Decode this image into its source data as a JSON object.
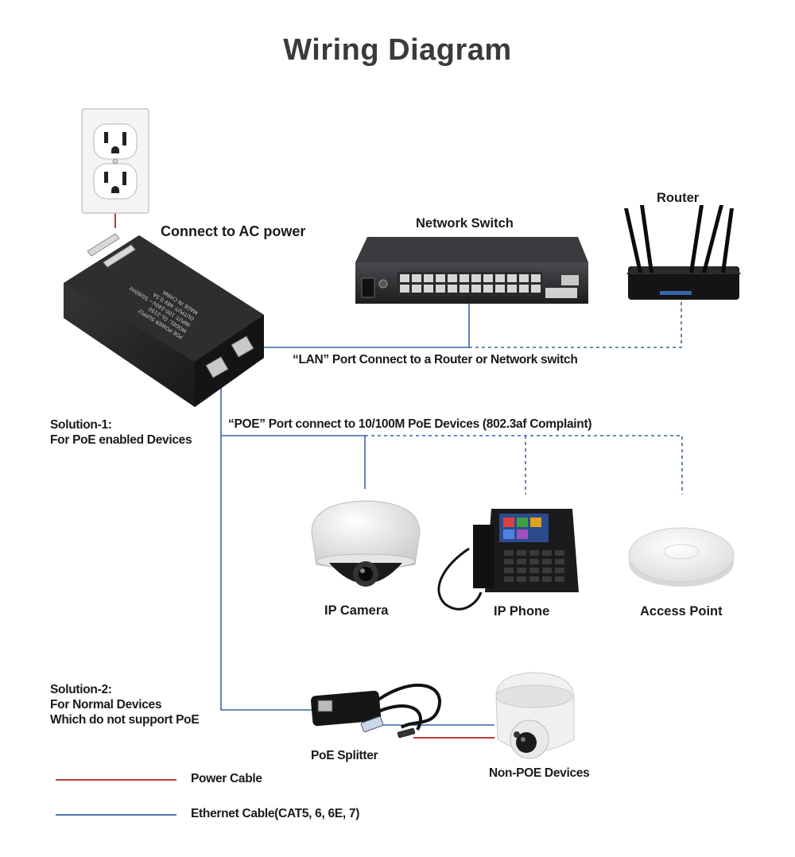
{
  "title": "Wiring Diagram",
  "labels": {
    "ac_power": "Connect to AC power",
    "network_switch": "Network Switch",
    "router": "Router",
    "lan_port": "“LAN” Port Connect to a Router or Network switch",
    "poe_port": "“POE” Port connect to 10/100M PoE Devices (802.3af Complaint)",
    "solution1": "Solution-1:\nFor PoE enabled Devices",
    "solution2": "Solution-2:\nFor Normal Devices\nWhich do not support PoE",
    "ip_camera": "IP Camera",
    "ip_phone": "IP Phone",
    "access_point": "Access Point",
    "poe_splitter": "PoE Splitter",
    "non_poe_devices": "Non-POE Devices"
  },
  "adapter_print": {
    "line1": "POE POWER SUPPLY",
    "line2": "MODEL: GL-2150",
    "line3": "INPUT: 100-240V~ 50/60Hz",
    "line4": "OUTPUT: 48V 0.5A",
    "line5": "MADE IN CHINA"
  },
  "legend": [
    {
      "label": "Power Cable",
      "color": "#b22222"
    },
    {
      "label": "Ethernet Cable(CAT5, 6, 6E, 7)",
      "color": "#3a64a8"
    }
  ],
  "colors": {
    "ethernet": "#3a64a8",
    "power": "#b22222",
    "title": "#3a3a3a"
  }
}
